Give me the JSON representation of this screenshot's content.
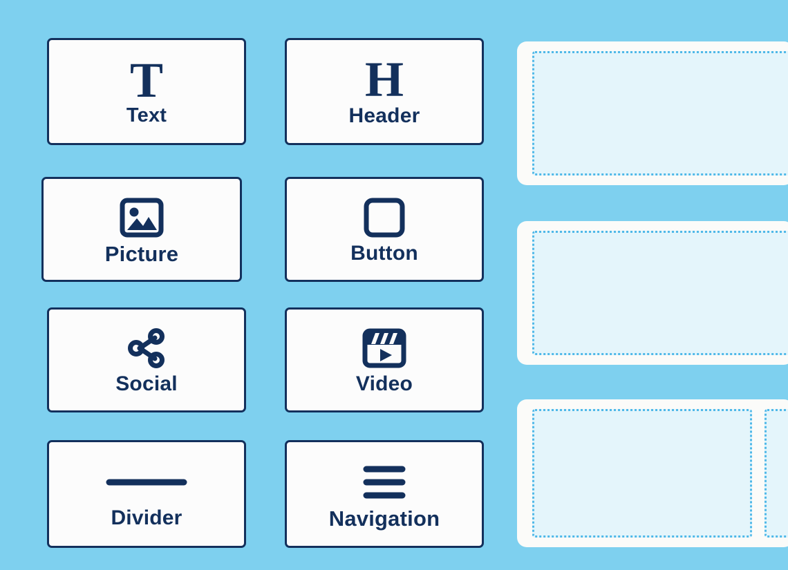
{
  "theme": {
    "background": "#7ed0ef",
    "card_background": "#fcfcfc",
    "card_border": "#13305c",
    "ink": "#13305c",
    "panel_background": "#fbfbf9",
    "dropzone_fill": "#e4f5fb",
    "dropzone_border": "#4fb8e8"
  },
  "palette": {
    "blocks": [
      {
        "label": "Text",
        "icon": "text-t-icon",
        "glyph": "T"
      },
      {
        "label": "Header",
        "icon": "header-h-icon",
        "glyph": "H"
      },
      {
        "label": "Picture",
        "icon": "picture-image-icon"
      },
      {
        "label": "Button",
        "icon": "button-square-icon"
      },
      {
        "label": "Social",
        "icon": "social-share-icon"
      },
      {
        "label": "Video",
        "icon": "video-clapperboard-icon"
      },
      {
        "label": "Divider",
        "icon": "divider-line-icon"
      },
      {
        "label": "Navigation",
        "icon": "navigation-hamburger-icon"
      }
    ]
  },
  "canvas": {
    "panels": [
      {
        "name": "row-single",
        "zones": 1
      },
      {
        "name": "row-single",
        "zones": 1
      },
      {
        "name": "row-two-col",
        "zones": 2
      }
    ]
  }
}
